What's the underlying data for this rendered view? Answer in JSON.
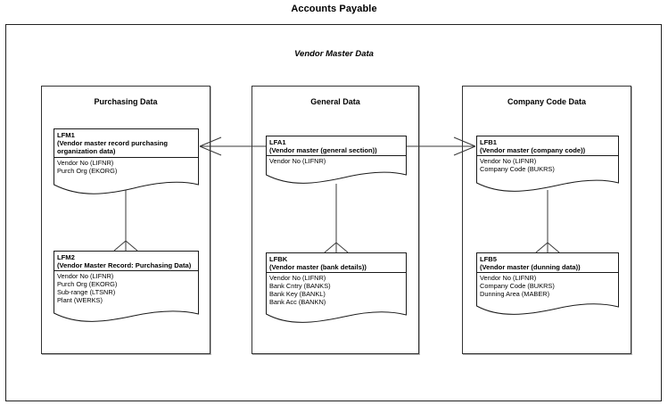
{
  "document": {
    "title": "Accounts Payable",
    "frame_title": "Vendor Master Data"
  },
  "columns": [
    {
      "id": "purchasing",
      "title": "Purchasing Data"
    },
    {
      "id": "general",
      "title": "General Data"
    },
    {
      "id": "company",
      "title": "Company Code Data"
    }
  ],
  "entities": [
    {
      "id": "LFM1",
      "code": "LFM1",
      "description": "(Vendor master record purchasing organization data)",
      "attributes": [
        "Vendor No (LIFNR)",
        "Purch Org (EKORG)"
      ]
    },
    {
      "id": "LFM2",
      "code": "LFM2",
      "description": "(Vendor Master Record: Purchasing Data)",
      "attributes": [
        "Vendor No (LIFNR)",
        "Purch Org (EKORG)",
        "Sub-range (LTSNR)",
        "Plant (WERKS)"
      ]
    },
    {
      "id": "LFA1",
      "code": "LFA1",
      "description": "(Vendor master (general section))",
      "attributes": [
        "Vendor No (LIFNR)"
      ]
    },
    {
      "id": "LFBK",
      "code": "LFBK",
      "description": "(Vendor master (bank details))",
      "attributes": [
        "Vendor No (LIFNR)",
        "Bank Cntry (BANKS)",
        "Bank Key (BANKL)",
        "Bank Acc (BANKN)"
      ]
    },
    {
      "id": "LFB1",
      "code": "LFB1",
      "description": "(Vendor master (company code))",
      "attributes": [
        "Vendor No (LIFNR)",
        "Company Code (BUKRS)"
      ]
    },
    {
      "id": "LFB5",
      "code": "LFB5",
      "description": "(Vendor master (dunning data))",
      "attributes": [
        "Vendor No (LIFNR)",
        "Company Code (BUKRS)",
        "Dunning Area (MABER)"
      ]
    }
  ],
  "relationships": [
    {
      "from": "LFA1",
      "to": "LFM1",
      "notation": "crows-foot",
      "orientation": "horizontal-left"
    },
    {
      "from": "LFA1",
      "to": "LFB1",
      "notation": "crows-foot",
      "orientation": "horizontal-right"
    },
    {
      "from": "LFM1",
      "to": "LFM2",
      "notation": "crows-foot",
      "orientation": "vertical-down"
    },
    {
      "from": "LFA1",
      "to": "LFBK",
      "notation": "crows-foot",
      "orientation": "vertical-down"
    },
    {
      "from": "LFB1",
      "to": "LFB5",
      "notation": "crows-foot",
      "orientation": "vertical-down"
    }
  ],
  "colors": {
    "line": "#1a1a1a",
    "frame": "#222222",
    "background": "#ffffff"
  }
}
